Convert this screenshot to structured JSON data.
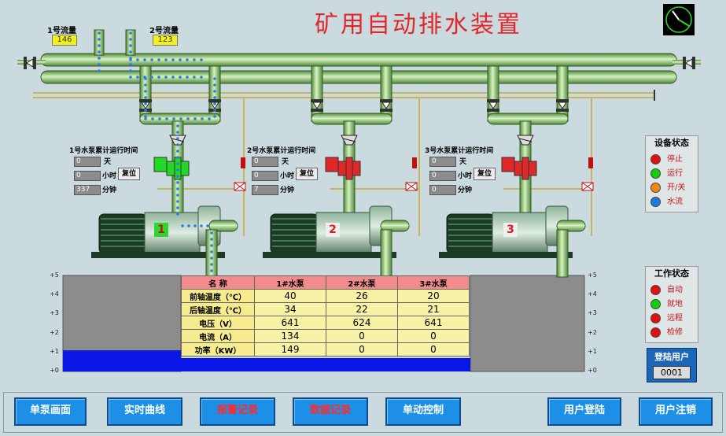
{
  "title": "矿用自动排水装置",
  "flow": [
    {
      "label": "1号流量",
      "value": "146"
    },
    {
      "label": "2号流量",
      "value": "123"
    }
  ],
  "pumps": [
    {
      "section": "1号水泵累计运行时间",
      "number": "1",
      "days": "0",
      "hours": "0",
      "minutes": "337",
      "day_unit": "天",
      "hour_unit": "小时",
      "minute_unit": "分钟",
      "reset": "复位"
    },
    {
      "section": "2号水泵累计运行时间",
      "number": "2",
      "days": "0",
      "hours": "0",
      "minutes": "7",
      "day_unit": "天",
      "hour_unit": "小时",
      "minute_unit": "分钟",
      "reset": "复位"
    },
    {
      "section": "3号水泵累计运行时间",
      "number": "3",
      "days": "0",
      "hours": "0",
      "minutes": "0",
      "day_unit": "天",
      "hour_unit": "小时",
      "minute_unit": "分钟",
      "reset": "复位"
    }
  ],
  "device_status": {
    "title": "设备状态",
    "items": [
      {
        "label": "停止",
        "color": "#e01010"
      },
      {
        "label": "运行",
        "color": "#10d010"
      },
      {
        "label": "开/关",
        "color": "#f08a10"
      },
      {
        "label": "水流",
        "color": "#1a7ae0"
      }
    ]
  },
  "work_status": {
    "title": "工作状态",
    "items": [
      {
        "label": "自动",
        "color": "#e01010"
      },
      {
        "label": "就地",
        "color": "#10d010"
      },
      {
        "label": "远程",
        "color": "#e01010"
      },
      {
        "label": "检修",
        "color": "#e01010"
      }
    ]
  },
  "login": {
    "title": "登陆用户",
    "user": "0001"
  },
  "table": {
    "headers": [
      "名  称",
      "1#水泵",
      "2#水泵",
      "3#水泵"
    ],
    "rows": [
      {
        "name": "前轴温度（℃）",
        "values": [
          "40",
          "26",
          "20"
        ]
      },
      {
        "name": "后轴温度（℃）",
        "values": [
          "34",
          "22",
          "21"
        ]
      },
      {
        "name": "电压（V）",
        "values": [
          "641",
          "624",
          "641"
        ]
      },
      {
        "name": "电流（A）",
        "values": [
          "134",
          "0",
          "0"
        ]
      },
      {
        "name": "功率（KW）",
        "values": [
          "149",
          "0",
          "0"
        ]
      }
    ]
  },
  "gauge_ticks": [
    "+5",
    "+4",
    "+3",
    "+2",
    "+1",
    "+0"
  ],
  "water_level": {
    "left": 1.1,
    "right": 0,
    "max": 5
  },
  "nav": [
    {
      "label": "单泵画面",
      "red": false
    },
    {
      "label": "实时曲线",
      "red": false
    },
    {
      "label": "报警记录",
      "red": true
    },
    {
      "label": "数据记录",
      "red": true
    },
    {
      "label": "单动控制",
      "red": false
    },
    {
      "label": "用户登陆",
      "red": false
    },
    {
      "label": "用户注销",
      "red": false
    }
  ]
}
